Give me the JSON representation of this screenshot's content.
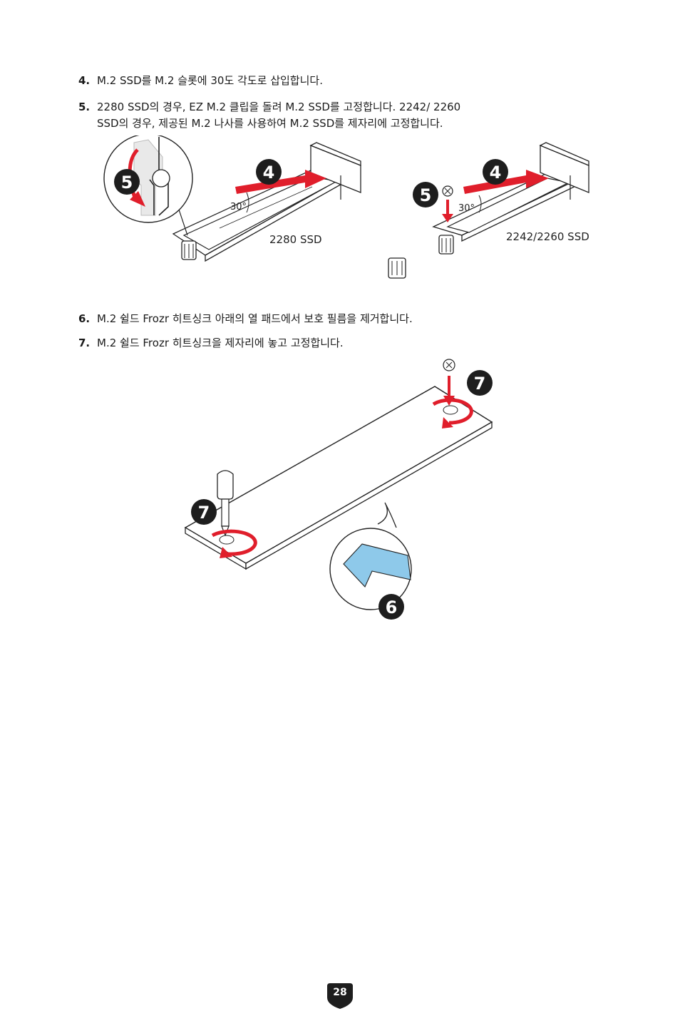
{
  "steps": [
    {
      "num": "4.",
      "lines": [
        "M.2 SSD를 M.2 슬롯에 30도 각도로 삽입합니다."
      ]
    },
    {
      "num": "5.",
      "lines": [
        "2280 SSD의 경우, EZ M.2 클립을 돌려 M.2 SSD를 고정합니다. 2242/ 2260",
        "SSD의 경우, 제공된 M.2 나사를 사용하여 M.2 SSD를 제자리에 고정합니다."
      ]
    },
    {
      "num": "6.",
      "lines": [
        "M.2 쉴드 Frozr 히트싱크 아래의 열 패드에서 보호 필름을 제거합니다."
      ]
    },
    {
      "num": "7.",
      "lines": [
        "M.2 쉴드 Frozr 히트싱크을 제자리에 놓고 고정합니다."
      ]
    }
  ],
  "figure1": {
    "left": {
      "angle": "30°",
      "label": "2280 SSD",
      "step_insert": "4",
      "step_secure": "5"
    },
    "right": {
      "angle": "30°",
      "label": "2242/2260 SSD",
      "step_insert": "4",
      "step_secure": "5"
    }
  },
  "figure2": {
    "step_screw_top": "7",
    "step_screw_bottom": "7",
    "step_film": "6"
  },
  "page_number": "28",
  "colors": {
    "accent_red": "#e01e2b",
    "badge_dark": "#1e1e1e",
    "film_blue": "#8ec9ea"
  }
}
